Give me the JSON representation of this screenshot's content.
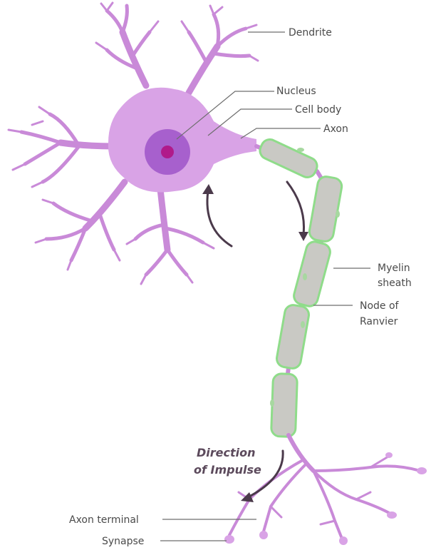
{
  "labels": {
    "dendrite": "Dendrite",
    "nucleus": "Nucleus",
    "cell_body": "Cell body",
    "axon": "Axon",
    "myelin_line1": "Myelin",
    "myelin_line2": "sheath",
    "node_line1": "Node of",
    "node_line2": "Ranvier",
    "direction_line1": "Direction",
    "direction_line2": "of Impulse",
    "axon_terminal": "Axon terminal",
    "synapse": "Synapse"
  },
  "colors": {
    "neuron": "#d9a3e6",
    "nucleus_outer": "#9d55c8",
    "nucleus_inner": "#b01a8a",
    "myelin_fill": "#c9c9c4",
    "myelin_border": "#8fdc8a",
    "arrow": "#4b3a4b"
  }
}
